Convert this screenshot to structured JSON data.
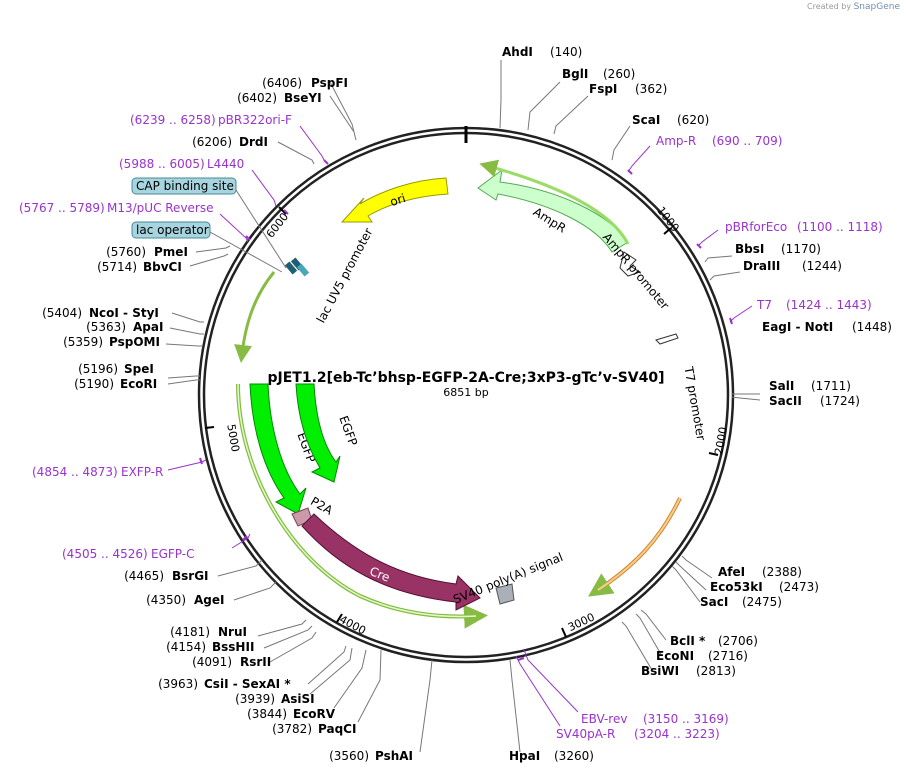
{
  "credit": {
    "prefix": "Created by",
    "brand": "SnapGene"
  },
  "plasmid": {
    "name": "pJET1.2[eb-Tc’bhsp-EGFP-2A-Cre;3xP3-gTc’v-SV40]",
    "length": "6851 bp"
  },
  "ticks": [
    "1000",
    "2000",
    "3000",
    "4000",
    "5000",
    "6000"
  ],
  "enzymes": [
    {
      "pos": "(140)",
      "name": "AhdI"
    },
    {
      "pos": "(260)",
      "name": "BglI"
    },
    {
      "pos": "(362)",
      "name": "FspI"
    },
    {
      "pos": "(620)",
      "name": "ScaI"
    },
    {
      "pos": "(1170)",
      "name": "BbsI"
    },
    {
      "pos": "(1244)",
      "name": "DraIII"
    },
    {
      "pos": "(1448)",
      "name": "EagI - NotI"
    },
    {
      "pos": "(1711)",
      "name": "SalI"
    },
    {
      "pos": "(1724)",
      "name": "SacII"
    },
    {
      "pos": "(2388)",
      "name": "AfeI"
    },
    {
      "pos": "(2473)",
      "name": "Eco53kI"
    },
    {
      "pos": "(2475)",
      "name": "SacI"
    },
    {
      "pos": "(2706)",
      "name": "BclI *"
    },
    {
      "pos": "(2716)",
      "name": "EcoNI"
    },
    {
      "pos": "(2813)",
      "name": "BsiWI"
    },
    {
      "pos": "(3260)",
      "name": "HpaI"
    },
    {
      "pos": "(3560)",
      "name": "PshAI"
    },
    {
      "pos": "(3782)",
      "name": "PaqCI"
    },
    {
      "pos": "(3844)",
      "name": "EcoRV"
    },
    {
      "pos": "(3939)",
      "name": "AsiSI"
    },
    {
      "pos": "(3963)",
      "name": "CsiI - SexAI *"
    },
    {
      "pos": "(4091)",
      "name": "RsrII"
    },
    {
      "pos": "(4154)",
      "name": "BssHII"
    },
    {
      "pos": "(4181)",
      "name": "NruI"
    },
    {
      "pos": "(4350)",
      "name": "AgeI"
    },
    {
      "pos": "(4465)",
      "name": "BsrGI"
    },
    {
      "pos": "(5190)",
      "name": "EcoRI"
    },
    {
      "pos": "(5196)",
      "name": "SpeI"
    },
    {
      "pos": "(5359)",
      "name": "PspOMI"
    },
    {
      "pos": "(5363)",
      "name": "ApaI"
    },
    {
      "pos": "(5404)",
      "name": "NcoI - StyI"
    },
    {
      "pos": "(5714)",
      "name": "BbvCI"
    },
    {
      "pos": "(5760)",
      "name": "PmeI"
    },
    {
      "pos": "(6206)",
      "name": "DrdI"
    },
    {
      "pos": "(6402)",
      "name": "BseYI"
    },
    {
      "pos": "(6406)",
      "name": "PspFI"
    }
  ],
  "primers": [
    {
      "name": "Amp-R",
      "range": "(690 .. 709)"
    },
    {
      "name": "pBRforEco",
      "range": "(1100 .. 1118)"
    },
    {
      "name": "T7",
      "range": "(1424 .. 1443)"
    },
    {
      "name": "EBV-rev",
      "range": "(3150 .. 3169)"
    },
    {
      "name": "SV40pA-R",
      "range": "(3204 .. 3223)"
    },
    {
      "name": "EGFP-C",
      "range": "(4505 .. 4526)"
    },
    {
      "name": "EXFP-R",
      "range": "(4854 .. 4873)"
    },
    {
      "name": "M13/pUC Reverse",
      "range": "(5767 .. 5789)"
    },
    {
      "name": "L4440",
      "range": "(5988 .. 6005)"
    },
    {
      "name": "pBR322ori-F",
      "range": "(6239 .. 6258)"
    }
  ],
  "boxed_features": [
    "CAP binding site",
    "lac operator"
  ],
  "features": {
    "ori": "ori",
    "ampr": "AmpR",
    "ampr_promoter": "AmpR promoter",
    "t7_promoter": "T7 promoter",
    "lacuv5": "lac UV5 promoter",
    "egfp1": "EGFP",
    "egfp2": "EGFP",
    "p2a": "P2A",
    "cre": "Cre",
    "sv40": "SV40 poly(A) signal"
  },
  "colors": {
    "ori": "#ffff00",
    "ampr": "#ccffcc",
    "egfp": "#00ee00",
    "cre": "#993366",
    "p2a": "#cc99aa",
    "primer": "#9933cc",
    "box": "#a6d4df",
    "orange_arrow": "#ffcc88"
  }
}
